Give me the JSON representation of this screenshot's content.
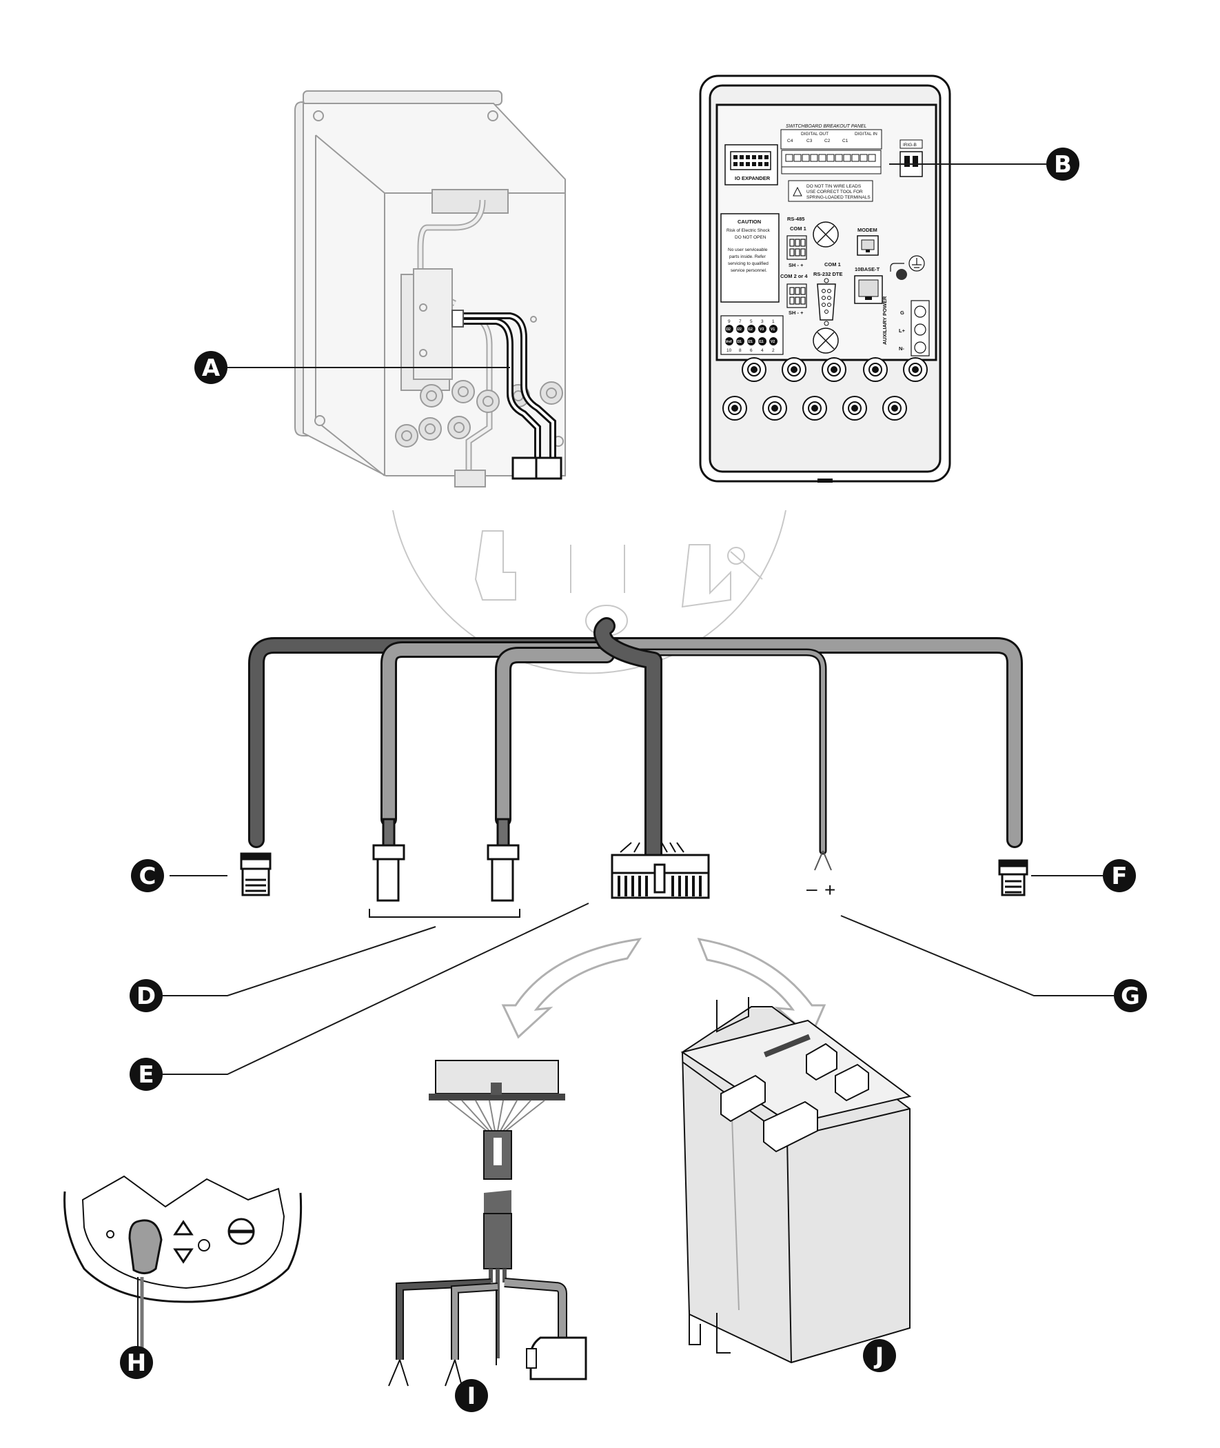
{
  "callouts": {
    "A": "A",
    "B": "B",
    "C": "C",
    "D": "D",
    "E": "E",
    "F": "F",
    "G": "G",
    "H": "H",
    "I": "I",
    "J": "J"
  },
  "breakout_panel": {
    "title": "SWITCHBOARD BREAKOUT PANEL",
    "digital_out": "DIGITAL OUT",
    "digital_in": "DIGITAL IN",
    "channels": [
      "C4",
      "C3",
      "C2",
      "C1"
    ],
    "io_expander": "IO EXPANDER",
    "irig": "IRIG-B",
    "warning_line1": "DO NOT TIN WIRE LEADS",
    "warning_line2": "USE CORRECT TOOL FOR",
    "warning_line3": "SPRING-LOADED TERMINALS",
    "caution_title": "CAUTION",
    "caution_lines": [
      "Risk of Electric Shock",
      "DO NOT OPEN",
      "",
      "No user serviceable",
      "parts inside. Refer",
      "servicing to qualified",
      "service personnel."
    ],
    "rs485": "RS-485",
    "com1_top": "COM 1",
    "sh_top": "SH - +",
    "modem": "MODEM",
    "com1_mid": "COM 1",
    "rs232": "RS-232 DTE",
    "com24": "COM 2 or 4",
    "sh_bottom": "SH - +",
    "ethernet": "10BASE-T",
    "aux_power": "AUXILIARY POWER",
    "power_terms": [
      "G",
      "L+",
      "N-"
    ],
    "top_numbers": [
      "9",
      "7",
      "5",
      "3",
      "1"
    ],
    "bottom_numbers": [
      "10",
      "8",
      "6",
      "4",
      "2"
    ],
    "top_terms": [
      "I32",
      "I22",
      "I12",
      "V3",
      "V1"
    ],
    "bottom_terms": [
      "Vref",
      "I31",
      "I21",
      "I11",
      "V2"
    ]
  },
  "polarity": {
    "minus": "–",
    "plus": "+"
  },
  "colors": {
    "callout": "#111111",
    "cable_dark": "#5b5b5b",
    "cable_light": "#9d9d9d",
    "line": "#1a1a1a"
  }
}
